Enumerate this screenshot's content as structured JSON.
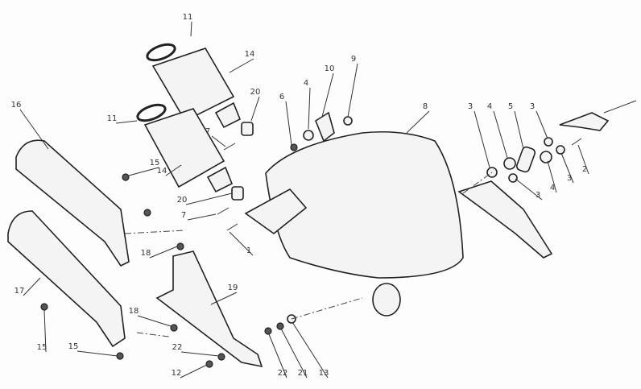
{
  "diagram": {
    "title": "Exhaust system exploded view",
    "callouts": [
      "11",
      "14",
      "20",
      "6",
      "4",
      "10",
      "9",
      "8",
      "3",
      "4",
      "5",
      "3",
      "2",
      "3",
      "4",
      "3",
      "16",
      "11",
      "7",
      "15",
      "14",
      "20",
      "7",
      "1",
      "18",
      "17",
      "19",
      "18",
      "15",
      "15",
      "22",
      "12",
      "22",
      "21",
      "13"
    ]
  }
}
